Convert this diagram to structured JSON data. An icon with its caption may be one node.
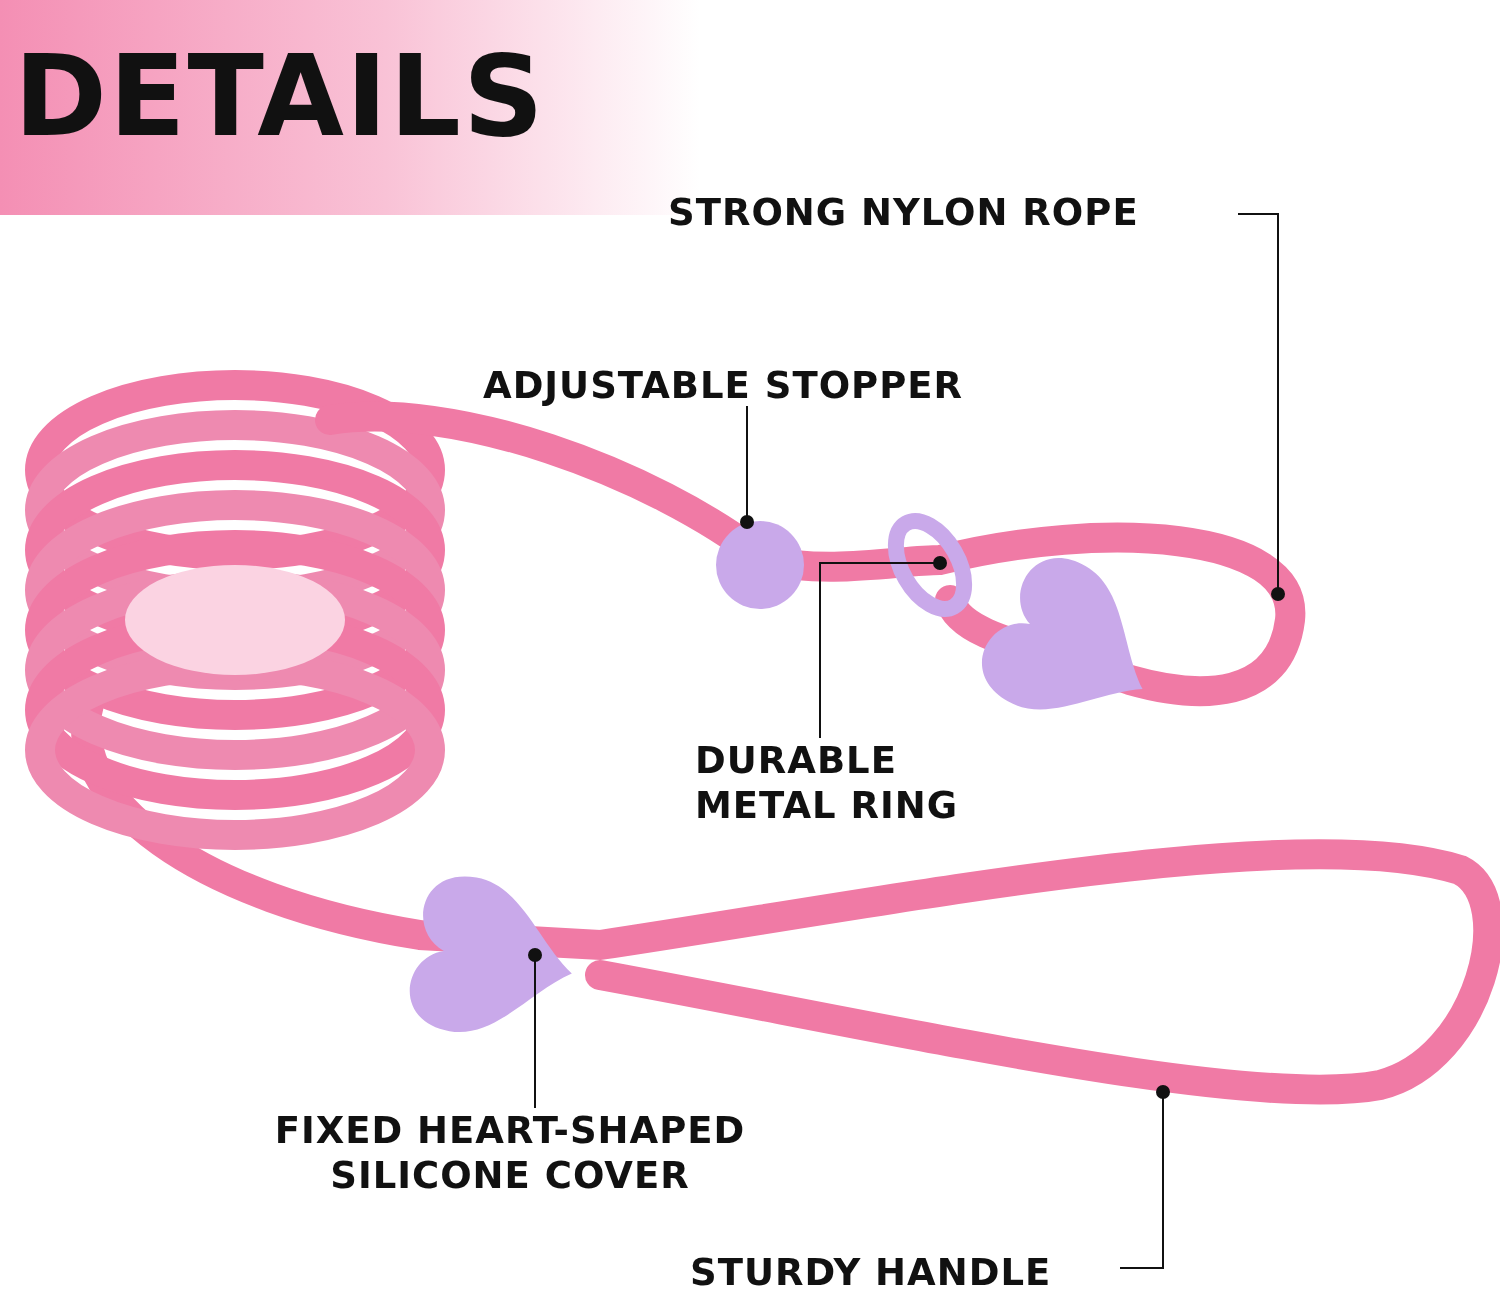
{
  "diagram": {
    "title": "DETAILS",
    "nodes": [
      {
        "text": [
          "STRONG NYLON ROPE"
        ]
      },
      {
        "text": [
          "ADJUSTABLE STOPPER"
        ]
      },
      {
        "text": [
          "DURABLE METAL RING"
        ]
      },
      {
        "text": [
          "FIXED HEART-SHAPED SILICONE COVER"
        ]
      },
      {
        "text": [
          "STURDY HANDLE"
        ]
      }
    ],
    "edges": [
      {
        "from": 0,
        "to": null,
        "arrow": "other"
      },
      {
        "from": 1,
        "to": null,
        "arrow": "other"
      },
      {
        "from": 2,
        "to": null,
        "arrow": "other"
      },
      {
        "from": 3,
        "to": null,
        "arrow": "other"
      },
      {
        "from": 4,
        "to": null,
        "arrow": "other"
      }
    ]
  }
}
